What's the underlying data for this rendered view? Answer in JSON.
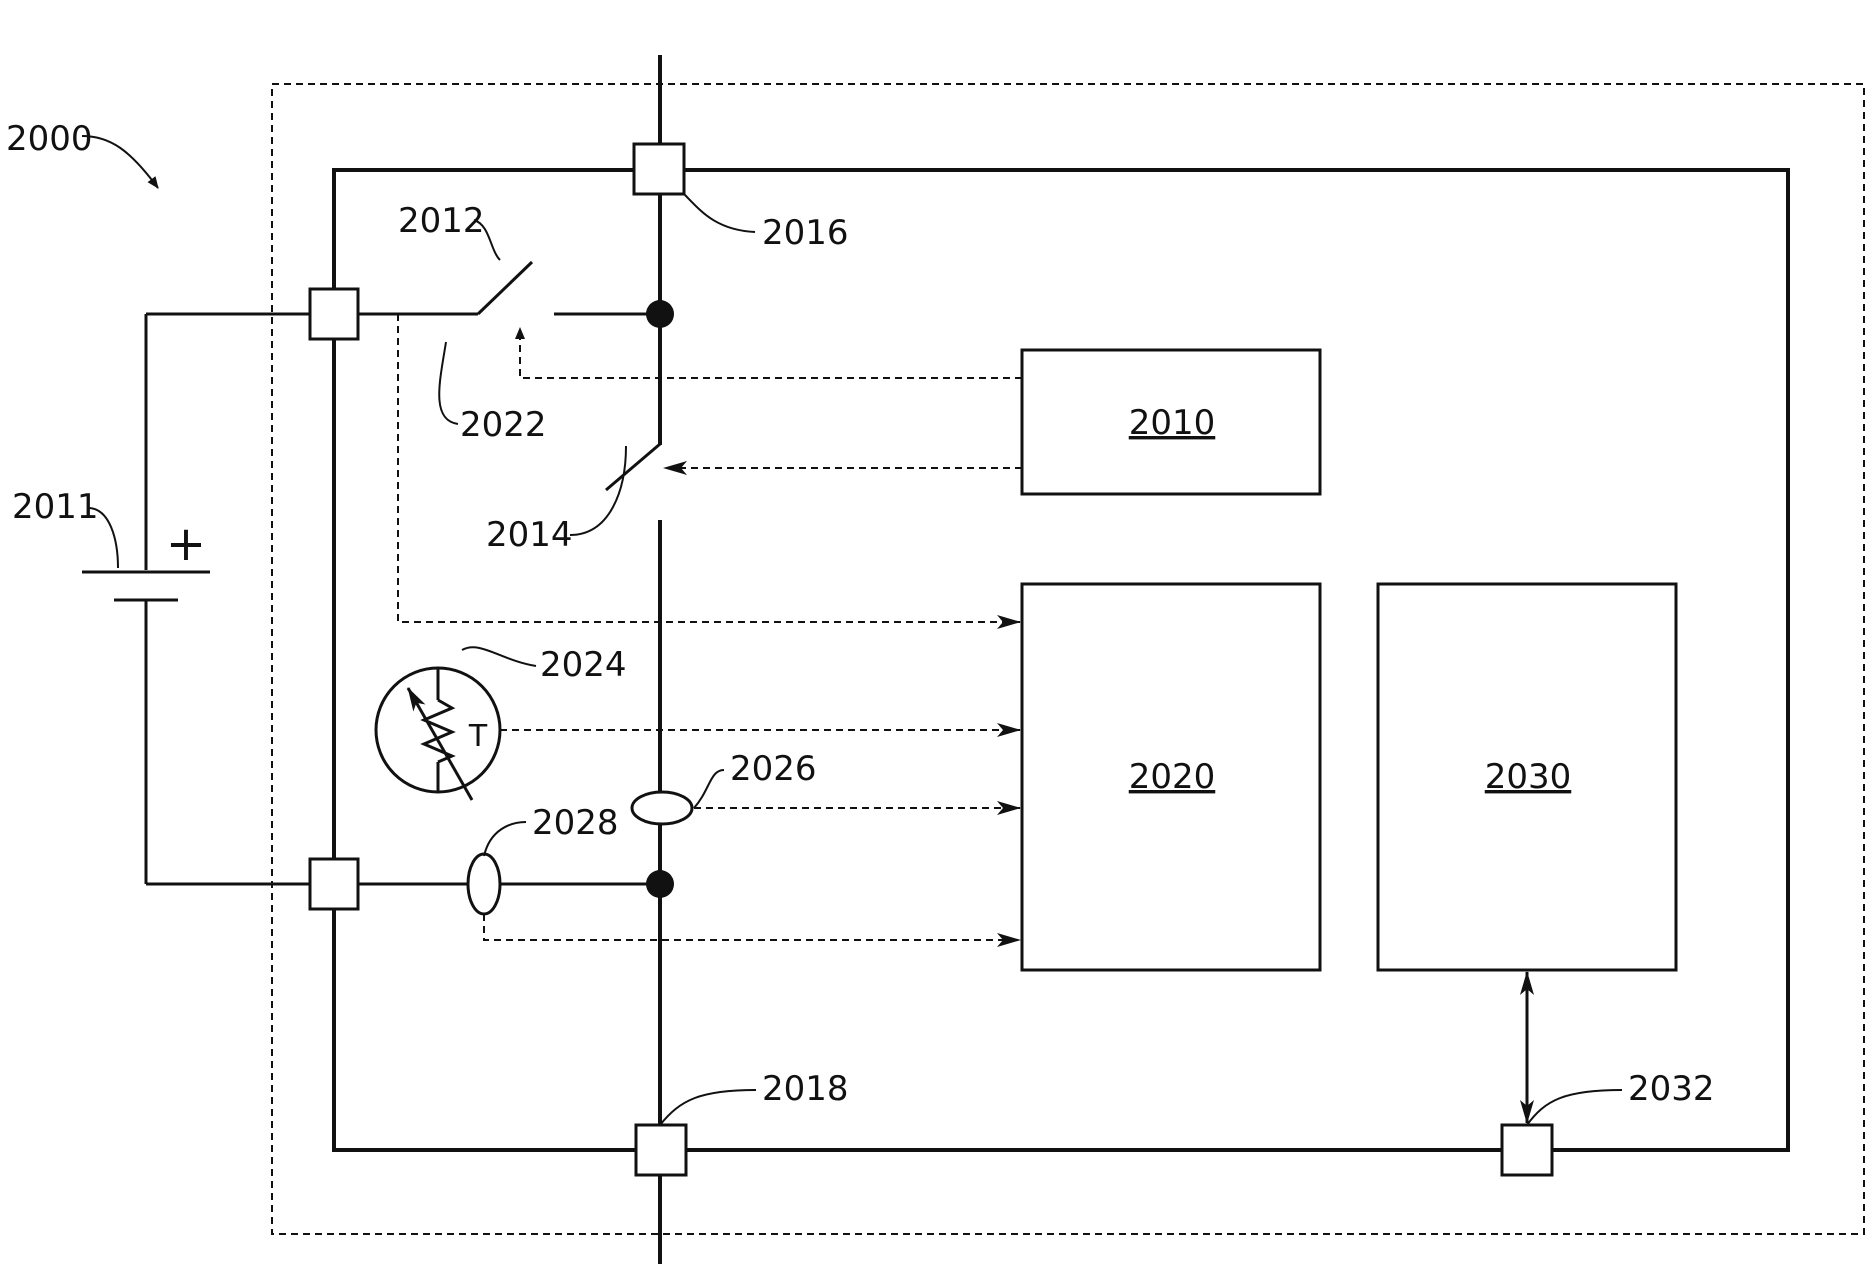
{
  "figure_ref": "2000",
  "labels": {
    "battery": "2011",
    "switch_a": "2012",
    "switch_b": "2014",
    "port_top": "2016",
    "port_bottom": "2018",
    "port_ext": "2032",
    "voltage_sense": "2022",
    "thermistor": "2024",
    "current_sensor_a": "2026",
    "current_sensor_b": "2028"
  },
  "blocks": {
    "controller": "2010",
    "monitor": "2020",
    "comm": "2030"
  },
  "symbols": {
    "plus": "+",
    "temp": "T"
  },
  "colors": {
    "line": "#111111",
    "background": "#ffffff"
  }
}
